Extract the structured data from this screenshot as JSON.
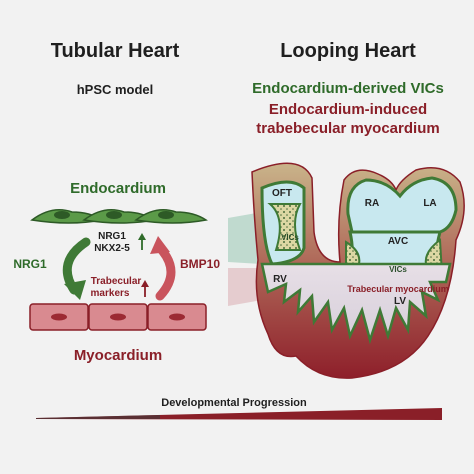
{
  "titles": {
    "left": "Tubular Heart",
    "right": "Looping Heart",
    "model": "hPSC model"
  },
  "right_headers": {
    "vics": "Endocardium-derived VICs",
    "trab_line1": "Endocardium-induced",
    "trab_line2": "trabebecular myocardium"
  },
  "left_diagram": {
    "endocardium": "Endocardium",
    "myocardium": "Myocardium",
    "signal_left": "NRG1",
    "signal_right": "BMP10",
    "genes_line1": "NRG1",
    "genes_line2": "NKX2-5",
    "trab_line1": "Trabecular",
    "trab_line2": "markers"
  },
  "heart": {
    "oft": "OFT",
    "ra": "RA",
    "la": "LA",
    "avc": "AVC",
    "rv": "RV",
    "lv": "LV",
    "vics_oft": "VICs",
    "vics_avc": "VICs",
    "trab_myo": "Trabecular myocardium"
  },
  "footer": {
    "progression": "Developmental Progression"
  },
  "colors": {
    "endocardium": "#3f7a36",
    "myocardium": "#b5414b",
    "heart_tissue": "#9c2a33",
    "chamber_fill": "#c8e8ef",
    "vic_fill": "#d9d59a"
  }
}
